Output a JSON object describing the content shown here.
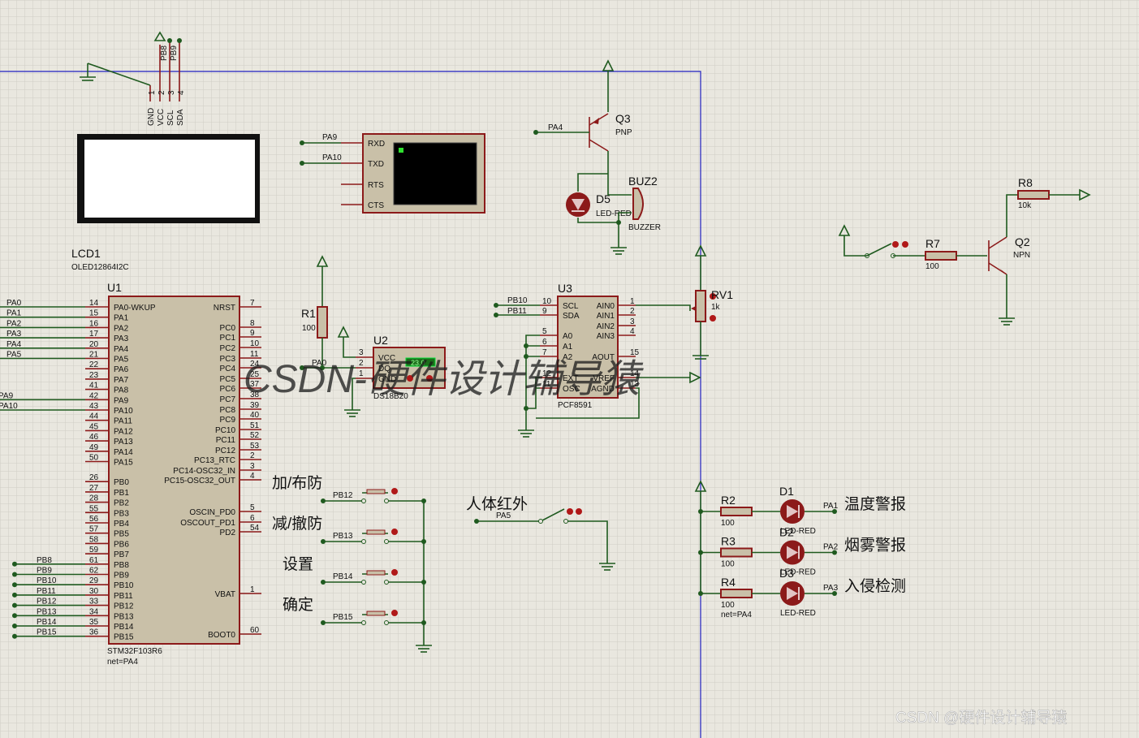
{
  "colors": {
    "background": "#e9e7df",
    "grid": "#cfcdc4",
    "wire": "#1f5a1f",
    "component_outline": "#8c1a1a",
    "component_fill": "#c9c0a8",
    "sheet_border": "#2020c0",
    "led": "#8c1a1a"
  },
  "lcd": {
    "ref": "LCD1",
    "part": "OLED12864I2C",
    "pins": [
      "GND",
      "VCC",
      "SCL",
      "SDA"
    ],
    "pin_numbers": [
      "1",
      "2",
      "3",
      "4"
    ],
    "nets": [
      "PB8",
      "PB9"
    ]
  },
  "mcu": {
    "ref": "U1",
    "part": "STM32F103R6",
    "net": "net=PA4",
    "left_pins": [
      {
        "name": "PA0-WKUP",
        "num": "14",
        "net": "PA0"
      },
      {
        "name": "PA1",
        "num": "15",
        "net": "PA1"
      },
      {
        "name": "PA2",
        "num": "16",
        "net": "PA2"
      },
      {
        "name": "PA3",
        "num": "17",
        "net": "PA3"
      },
      {
        "name": "PA4",
        "num": "20",
        "net": "PA4"
      },
      {
        "name": "PA5",
        "num": "21",
        "net": "PA5"
      },
      {
        "name": "PA6",
        "num": "22",
        "net": ""
      },
      {
        "name": "PA7",
        "num": "23",
        "net": ""
      },
      {
        "name": "PA8",
        "num": "41",
        "net": ""
      },
      {
        "name": "PA9",
        "num": "42",
        "net": "PA9"
      },
      {
        "name": "PA10",
        "num": "43",
        "net": "PA10"
      },
      {
        "name": "PA11",
        "num": "44",
        "net": ""
      },
      {
        "name": "PA12",
        "num": "45",
        "net": ""
      },
      {
        "name": "PA13",
        "num": "46",
        "net": ""
      },
      {
        "name": "PA14",
        "num": "49",
        "net": ""
      },
      {
        "name": "PA15",
        "num": "50",
        "net": ""
      },
      {
        "name": "PB0",
        "num": "26",
        "net": ""
      },
      {
        "name": "PB1",
        "num": "27",
        "net": ""
      },
      {
        "name": "PB2",
        "num": "28",
        "net": ""
      },
      {
        "name": "PB3",
        "num": "55",
        "net": ""
      },
      {
        "name": "PB4",
        "num": "56",
        "net": ""
      },
      {
        "name": "PB5",
        "num": "57",
        "net": ""
      },
      {
        "name": "PB6",
        "num": "58",
        "net": ""
      },
      {
        "name": "PB7",
        "num": "59",
        "net": ""
      },
      {
        "name": "PB8",
        "num": "61",
        "net": "PB8"
      },
      {
        "name": "PB9",
        "num": "62",
        "net": "PB9"
      },
      {
        "name": "PB10",
        "num": "29",
        "net": "PB10"
      },
      {
        "name": "PB11",
        "num": "30",
        "net": "PB11"
      },
      {
        "name": "PB12",
        "num": "33",
        "net": "PB12"
      },
      {
        "name": "PB13",
        "num": "34",
        "net": "PB13"
      },
      {
        "name": "PB14",
        "num": "35",
        "net": "PB14"
      },
      {
        "name": "PB15",
        "num": "36",
        "net": "PB15"
      }
    ],
    "right_pins": [
      {
        "name": "NRST",
        "num": "7"
      },
      {
        "name": "PC0",
        "num": "8"
      },
      {
        "name": "PC1",
        "num": "9"
      },
      {
        "name": "PC2",
        "num": "10"
      },
      {
        "name": "PC3",
        "num": "11"
      },
      {
        "name": "PC4",
        "num": "24"
      },
      {
        "name": "PC5",
        "num": "25"
      },
      {
        "name": "PC6",
        "num": "37"
      },
      {
        "name": "PC7",
        "num": "38"
      },
      {
        "name": "PC8",
        "num": "39"
      },
      {
        "name": "PC9",
        "num": "40"
      },
      {
        "name": "PC10",
        "num": "51"
      },
      {
        "name": "PC11",
        "num": "52"
      },
      {
        "name": "PC12",
        "num": "53"
      },
      {
        "name": "PC13_RTC",
        "num": "2"
      },
      {
        "name": "PC14-OSC32_IN",
        "num": "3"
      },
      {
        "name": "PC15-OSC32_OUT",
        "num": "4"
      },
      {
        "name": "OSCIN_PD0",
        "num": "5"
      },
      {
        "name": "OSCOUT_PD1",
        "num": "6"
      },
      {
        "name": "PD2",
        "num": "54"
      },
      {
        "name": "VBAT",
        "num": "1"
      },
      {
        "name": "BOOT0",
        "num": "60"
      }
    ]
  },
  "terminal": {
    "pins": [
      "RXD",
      "TXD",
      "RTS",
      "CTS"
    ],
    "nets": [
      "PA9",
      "PA10"
    ]
  },
  "r1": {
    "ref": "R1",
    "value": "100"
  },
  "u2": {
    "ref": "U2",
    "part": "DS18B20",
    "pins": [
      "VCC",
      "DQ",
      "GND"
    ],
    "pin_numbers": [
      "3",
      "2",
      "1"
    ],
    "display": "23.0",
    "net": "PA0"
  },
  "u3": {
    "ref": "U3",
    "part": "PCF8591",
    "left_pins": [
      {
        "name": "SCL",
        "num": "10",
        "net": "PB10"
      },
      {
        "name": "SDA",
        "num": "9",
        "net": "PB11"
      },
      {
        "name": "A0",
        "num": "5"
      },
      {
        "name": "A1",
        "num": "6"
      },
      {
        "name": "A2",
        "num": "7"
      },
      {
        "name": "EXT",
        "num": "12"
      },
      {
        "name": "OSC",
        "num": "11"
      }
    ],
    "right_pins": [
      {
        "name": "AIN0",
        "num": "1"
      },
      {
        "name": "AIN1",
        "num": "2"
      },
      {
        "name": "AIN2",
        "num": "3"
      },
      {
        "name": "AIN3",
        "num": "4"
      },
      {
        "name": "AOUT",
        "num": "15"
      },
      {
        "name": "VREF",
        "num": "14"
      },
      {
        "name": "AGND",
        "num": "13"
      }
    ]
  },
  "rv1": {
    "ref": "RV1",
    "value": "1k"
  },
  "q3": {
    "ref": "Q3",
    "type": "PNP",
    "net": "PA4"
  },
  "d5": {
    "ref": "D5",
    "part": "LED-RED"
  },
  "buz2": {
    "ref": "BUZ2",
    "part": "BUZZER"
  },
  "r7": {
    "ref": "R7",
    "value": "100"
  },
  "r8": {
    "ref": "R8",
    "value": "10k"
  },
  "q2": {
    "ref": "Q2",
    "type": "NPN"
  },
  "buttons": [
    {
      "label": "加/布防",
      "net": "PB12"
    },
    {
      "label": "减/撤防",
      "net": "PB13"
    },
    {
      "label": "设置",
      "net": "PB14"
    },
    {
      "label": "确定",
      "net": "PB15"
    }
  ],
  "pir": {
    "label": "人体红外",
    "net": "PA5"
  },
  "leds": [
    {
      "r_ref": "R2",
      "r_value": "100",
      "d_ref": "D1",
      "part": "LED-RED",
      "net": "PA1",
      "label": "温度警报"
    },
    {
      "r_ref": "R3",
      "r_value": "100",
      "d_ref": "D2",
      "part": "LED-RED",
      "net": "PA2",
      "label": "烟雾警报"
    },
    {
      "r_ref": "R4",
      "r_value": "100",
      "d_ref": "D3",
      "part": "LED-RED",
      "net": "PA3",
      "label": "入侵检测",
      "extra": "net=PA4"
    }
  ],
  "watermark": {
    "center": "CSDN-硬件设计辅导猿",
    "corner": "CSDN @硬件设计辅导猿"
  }
}
